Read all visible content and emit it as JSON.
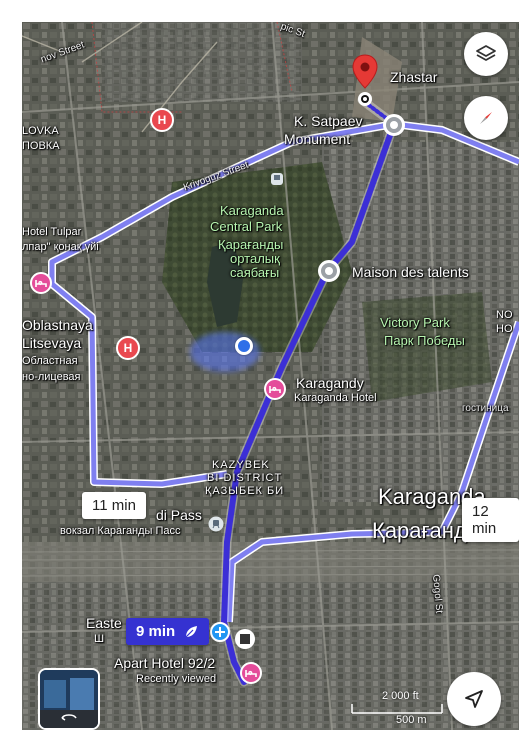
{
  "map": {
    "pois": [
      {
        "id": "zhastar",
        "label": "Zhastar"
      },
      {
        "id": "satpaev",
        "label": "K. Satpaev",
        "label2": "Monument"
      },
      {
        "id": "maison",
        "label": "Maison des talents"
      },
      {
        "id": "karagandy",
        "label": "Karagandy",
        "label2": "Karaganda Hotel"
      },
      {
        "id": "tulpar",
        "label": "Hotel Tulpar",
        "label2": "лпар\" қонақ үйі"
      },
      {
        "id": "oblast",
        "label": "Oblastnaya",
        "label2": "Litsevaya",
        "label3": "Областная",
        "label4": "но-лицевая"
      },
      {
        "id": "apart",
        "label": "Apart Hotel 92/2",
        "label2": "Recently viewed"
      },
      {
        "id": "passazh",
        "label": "di Pass",
        "label2": "вокзал Караганды Пасс"
      },
      {
        "id": "easte",
        "label": "Easte",
        "label2": "Ш"
      }
    ],
    "areas": {
      "central_park": [
        "Karaganda",
        "Central Park",
        "Қарағанды",
        "орталық",
        "саябағы"
      ],
      "victory_park": [
        "Victory Park",
        "Парк Победы"
      ],
      "kazybek": [
        "KAZYBEK",
        "BI DISTRICT",
        "ҚАЗЫБЕК БИ"
      ],
      "city": [
        "Karaganda",
        "Қарағанды"
      ],
      "lovka": [
        "LOVKA",
        "ПОВКА"
      ],
      "gostinitsa": "гостиница",
      "no": [
        "NO",
        "НО"
      ]
    },
    "streets": {
      "krivoguz": "Krivoguz Street",
      "mov": "nov Street",
      "pic": "pic St",
      "gogol": "Gogol St"
    },
    "route_times": {
      "selected": "9 min",
      "left_alt": "11 min",
      "right_alt": "12 min"
    },
    "hospital_glyph": "H",
    "scale": {
      "imperial": "2 000 ft",
      "metric": "500 m"
    },
    "icons": {
      "layers": "layers-icon",
      "compass": "compass-icon",
      "navigate": "navigation-arrow-icon",
      "leaf": "eco-leaf-icon",
      "pin": "destination-pin-icon"
    },
    "colors": {
      "route_selected": "#3c2fd6",
      "route_alt": "#7f7ff0",
      "pin": "#e53935",
      "hospital": "#e9484f",
      "hotel": "#e44c9a"
    }
  }
}
